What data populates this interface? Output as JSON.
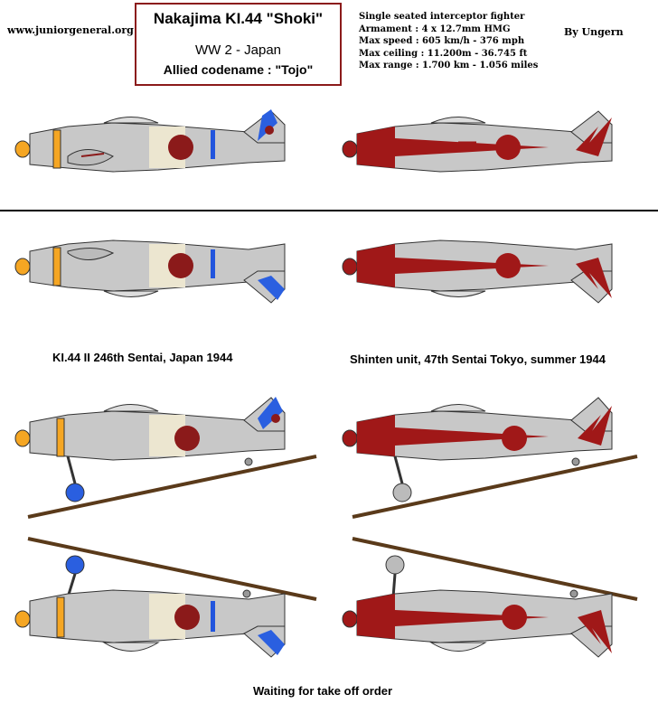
{
  "site": "www.juniorgeneral.org",
  "title": {
    "name": "Nakajima KI.44  \"Shoki\"",
    "war": "WW 2 - Japan",
    "codename": "Allied codename : \"Tojo\""
  },
  "specs": [
    "Single seated interceptor fighter",
    "Armament : 4 x 12.7mm HMG",
    "Max speed : 605 km/h - 376 mph",
    "Max ceiling : 11.200m - 36.745 ft",
    "Max range : 1.700 km - 1.056 miles"
  ],
  "author": "By Ungern",
  "captions": {
    "left_unit": "KI.44 II 246th Sentai, Japan 1944",
    "right_unit": "Shinten unit, 47th Sentai  Tokyo, summer 1944",
    "bottom": "Waiting for take off order"
  },
  "colors": {
    "fuselage": "#c8c8c8",
    "hinomaru": "#8b1a1a",
    "band_blue": "#2255dd",
    "band_yellow": "#f5a623",
    "shinten_red": "#a01818",
    "tail_blue": "#2a5fe0",
    "white_band": "#ece6d0",
    "ground": "#5a3a1a"
  }
}
